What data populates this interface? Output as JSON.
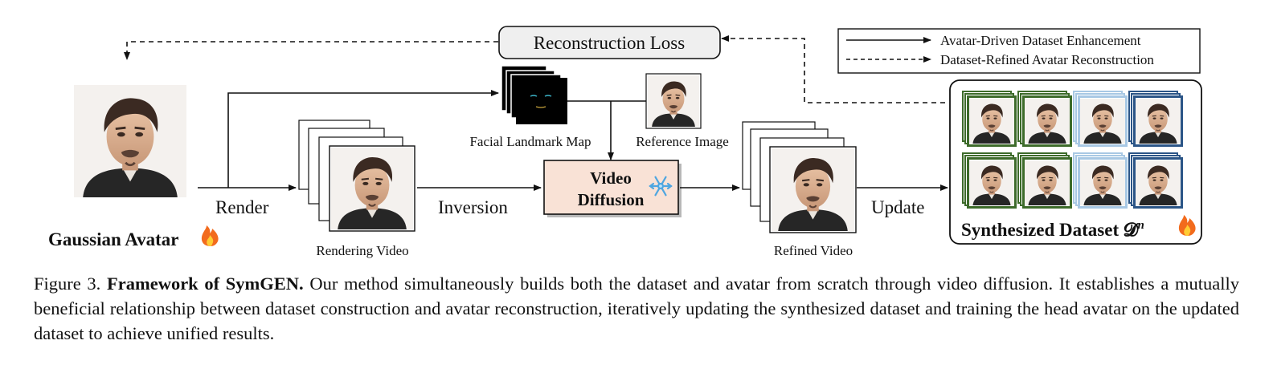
{
  "figure": {
    "reconstruction_loss": "Reconstruction Loss",
    "legend": {
      "solid": "Avatar-Driven Dataset Enhancement",
      "dashed": "Dataset-Refined Avatar Reconstruction"
    },
    "gaussian_avatar": "Gaussian Avatar",
    "render": "Render",
    "rendering_video": "Rendering Video",
    "facial_landmark_map": "Facial Landmark Map",
    "reference_image": "Reference Image",
    "inversion": "Inversion",
    "video_diffusion_line1": "Video",
    "video_diffusion_line2": "Diffusion",
    "refined_video": "Refined Video",
    "update": "Update",
    "synthesized_dataset": "Synthesized Dataset 𝓓",
    "synthesized_dataset_sup": "n",
    "colors": {
      "diffusion_fill": "#f9e2d6",
      "loss_fill": "#efefef",
      "stack_green": "#3d6b2a",
      "stack_lightblue": "#a8c8e4",
      "stack_darkblue": "#2b5587",
      "fire": "#f26b1d",
      "snowflake": "#4fa6e0"
    }
  },
  "caption": {
    "label": "Figure 3.",
    "title": "Framework of SymGEN.",
    "body": "Our method simultaneously builds both the dataset and avatar from scratch through video diffusion. It establishes a mutually beneficial relationship between dataset construction and avatar reconstruction, iteratively updating the synthesized dataset and training the head avatar on the updated dataset to achieve unified results."
  }
}
